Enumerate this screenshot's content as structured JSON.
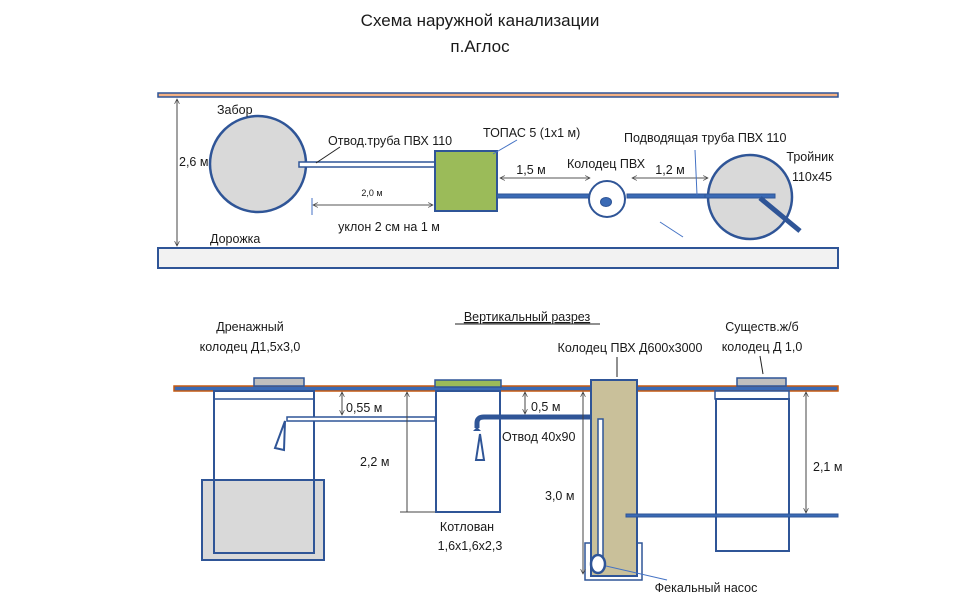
{
  "title": {
    "line1": "Схема наружной канализации",
    "line2": "п.Аглос"
  },
  "colors": {
    "outline": "#2f5597",
    "pipe": "#3a6ab5",
    "ground": "#c55a11",
    "topas_fill": "#9bbb59",
    "gray_fill": "#d9d9d9",
    "well_fill": "#c9c09a",
    "leader": "#4472c4",
    "dim_line": "#555555"
  },
  "plan_view": {
    "fence_label": "Забор",
    "path_label": "Дорожка",
    "width_dim": "2,6 м",
    "outlet_pipe_label": "Отвод.труба ПВХ 110",
    "topas_label": "ТОПАС 5 (1х1 м)",
    "dist_drain_topas": "2,0 м",
    "slope_label": "уклон 2 см на 1 м",
    "dist_topas_well": "1,5 м",
    "pvc_well_label": "Колодец ПВХ",
    "dist_well_tee": "1,2 м",
    "inlet_pipe_label": "Подводящая труба ПВХ 110",
    "tee_label_line1": "Тройник",
    "tee_label_line2": "110х45"
  },
  "section_view": {
    "heading": "Вертикальный разрез",
    "drain_well_line1": "Дренажный",
    "drain_well_line2": "колодец Д1,5х3,0",
    "depth_055": "0,55 м",
    "depth_22": "2,2 м",
    "depth_05": "0,5 м",
    "elbow_label": "Отвод 40х90",
    "pit_line1": "Котлован",
    "pit_line2": "1,6х1,6х2,3",
    "pvc_well_label": "Колодец ПВХ Д600х3000",
    "depth_30": "3,0 м",
    "pump_label": "Фекальный насос",
    "existing_well_line1": "Существ.ж/б",
    "existing_well_line2": "колодец Д 1,0",
    "depth_21": "2,1 м"
  }
}
